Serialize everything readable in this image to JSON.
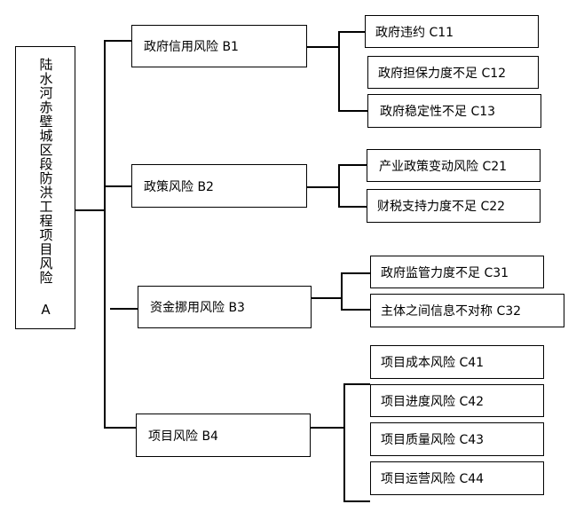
{
  "root": {
    "label": "陆水河赤壁城区段防洪工程项目风险 A"
  },
  "groups": [
    {
      "label": "政府信用风险 B1",
      "children": [
        "政府违约 C11",
        "政府担保力度不足 C12",
        "政府稳定性不足 C13"
      ]
    },
    {
      "label": "政策风险 B2",
      "children": [
        "产业政策变动风险 C21",
        "财税支持力度不足 C22"
      ]
    },
    {
      "label": "资金挪用风险 B3",
      "children": [
        "政府监管力度不足 C31",
        "主体之间信息不对称 C32"
      ]
    },
    {
      "label": "项目风险 B4",
      "children": [
        "项目成本风险 C41",
        "项目进度风险 C42",
        "项目质量风险 C43",
        "项目运营风险 C44"
      ]
    }
  ]
}
